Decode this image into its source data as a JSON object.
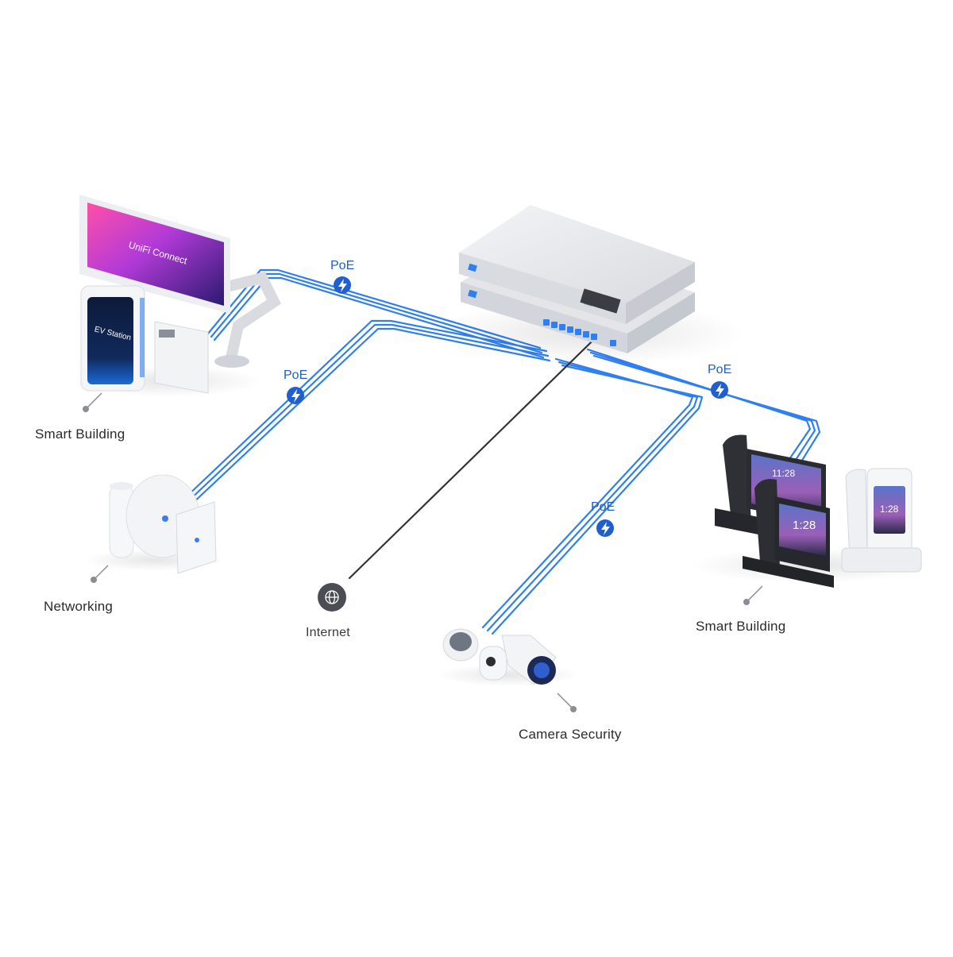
{
  "nodes": {
    "smart_building_left": "Smart Building",
    "networking": "Networking",
    "internet": "Internet",
    "camera_security": "Camera Security",
    "smart_building_right": "Smart Building"
  },
  "poe_label": "PoE",
  "device_text": {
    "display_brand": "UniFi Connect",
    "ev_station": "EV Station",
    "phone_time_back": "11:28",
    "phone_time_front": "1:28",
    "phone_time_white": "1:28"
  },
  "colors": {
    "cable_blue": "#2f7ff0",
    "cable_black": "#333333",
    "badge_blue": "#1f5fcf",
    "device_silver": "#e8e9ec"
  },
  "icons": [
    "globe-icon",
    "bolt-icon"
  ]
}
